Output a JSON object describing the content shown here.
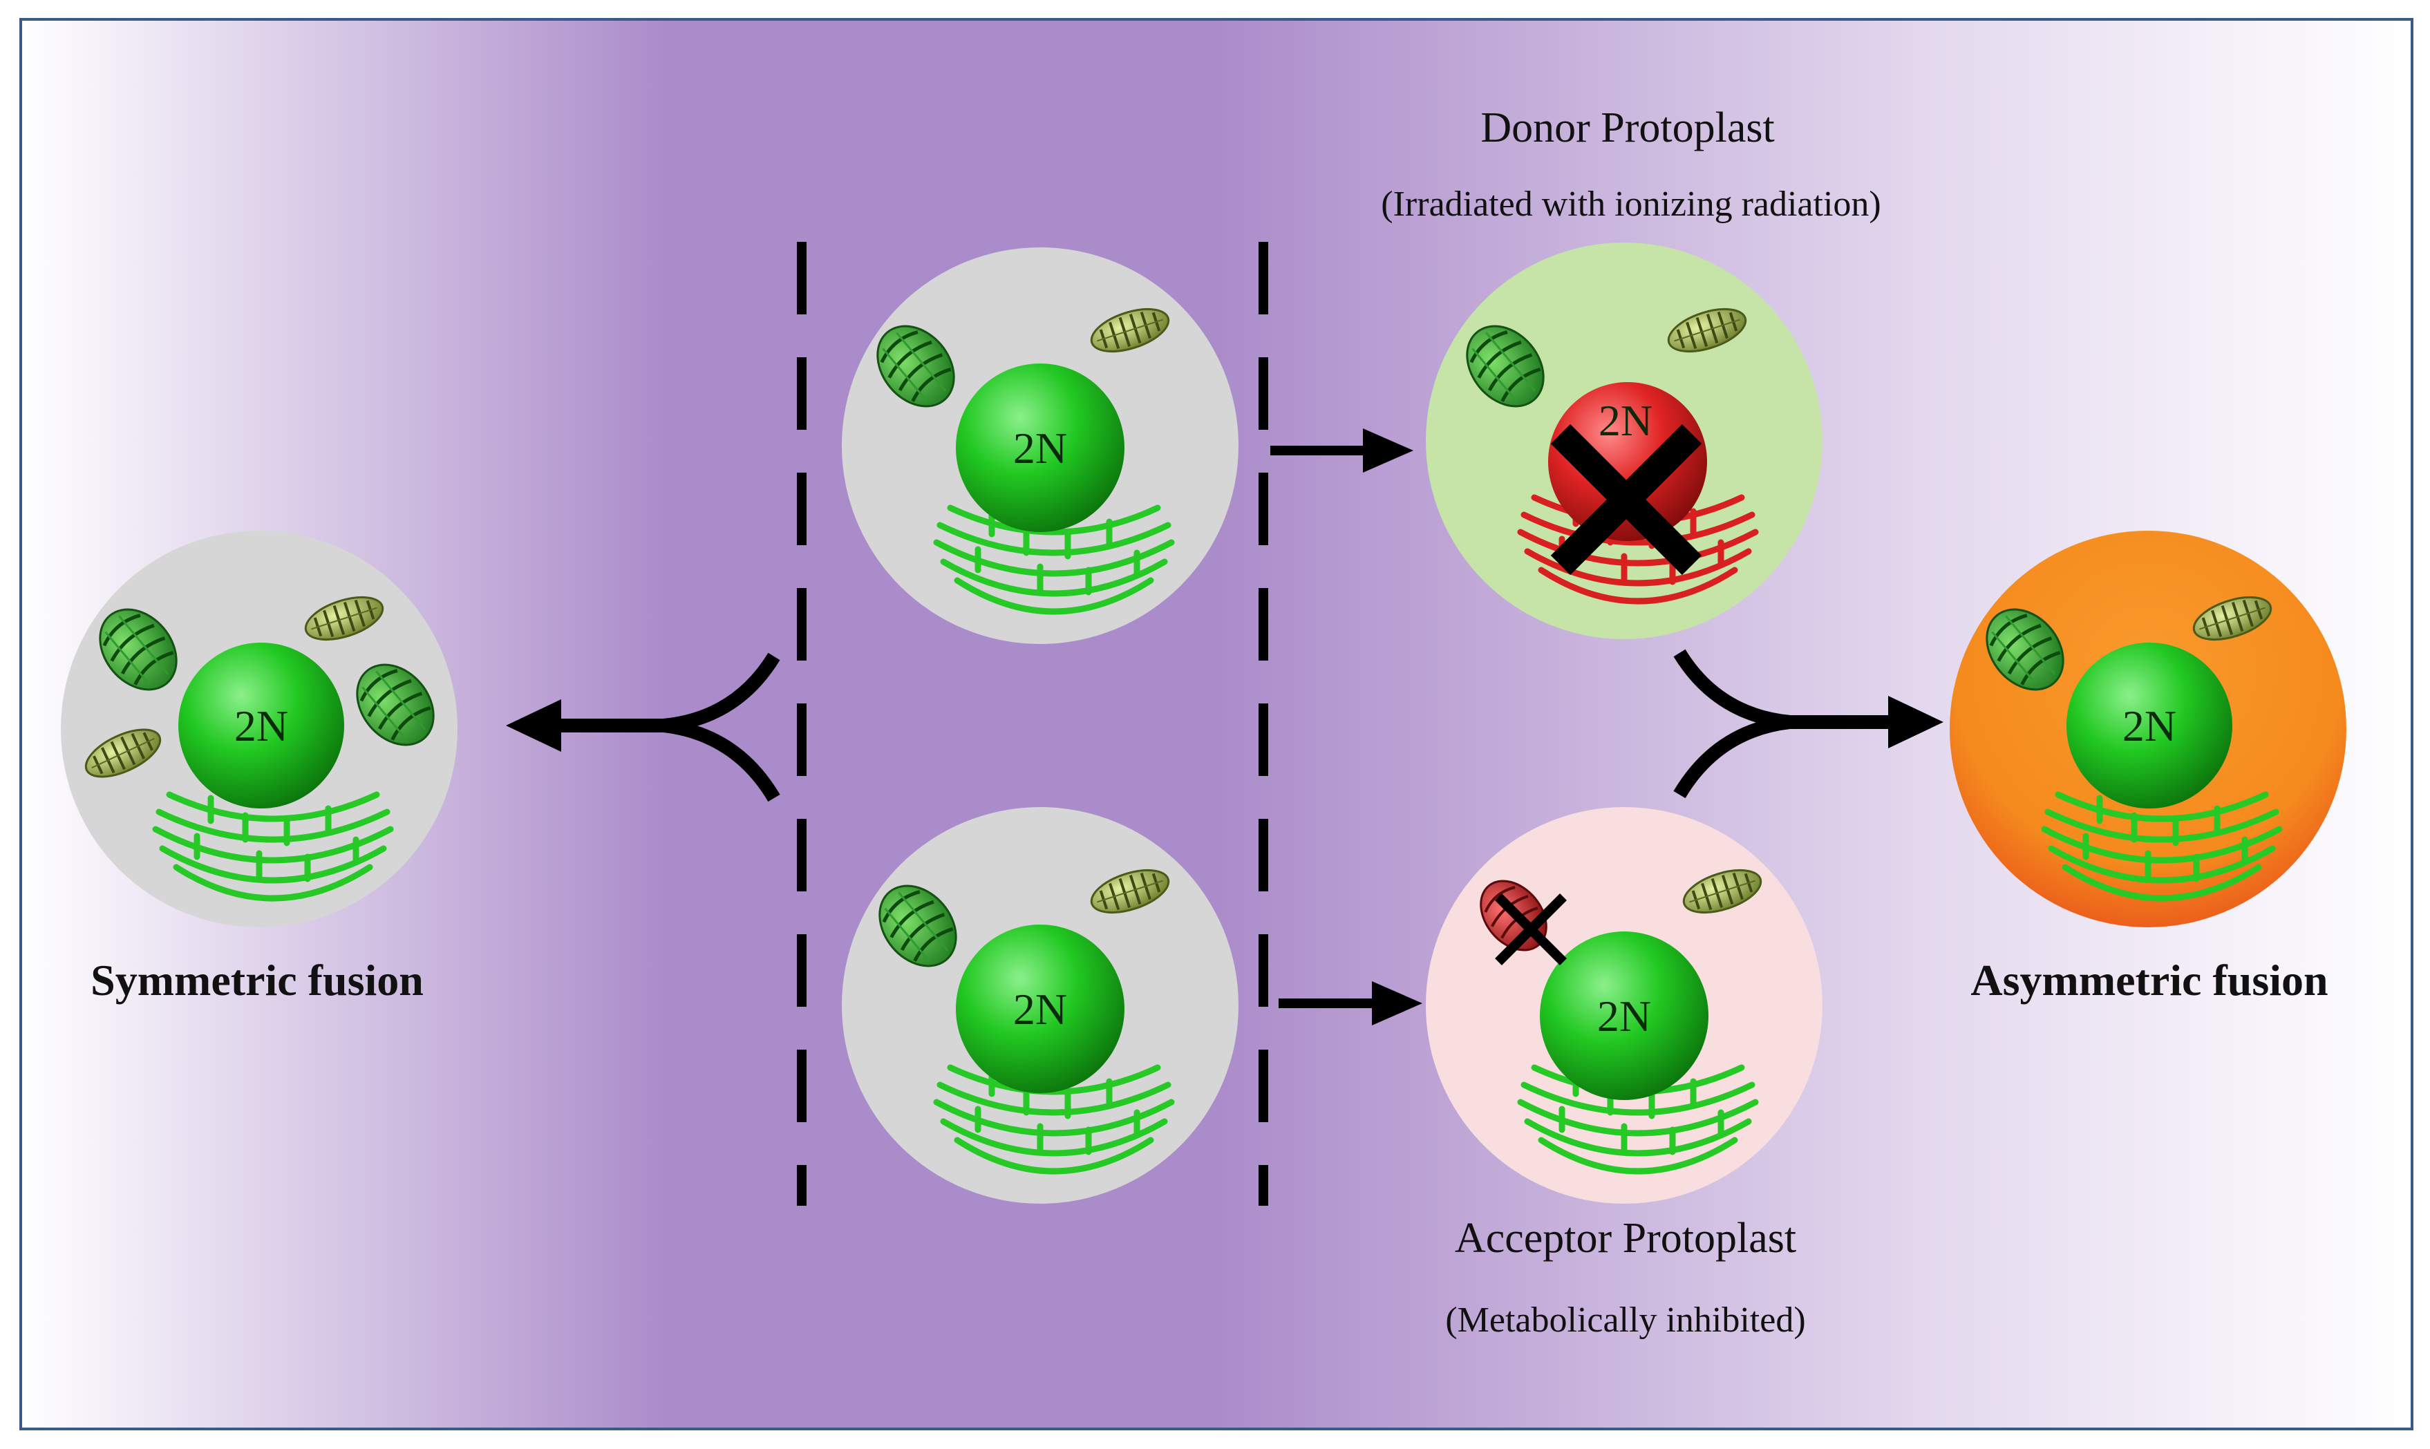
{
  "labels": {
    "donor_title": "Donor Protoplast",
    "donor_note": "(Irradiated with ionizing radiation)",
    "acceptor_title": "Acceptor Protoplast",
    "acceptor_note": "(Metabolically inhibited)",
    "symmetric": "Symmetric fusion",
    "asymmetric": "Asymmetric fusion"
  },
  "nucleus_label": "2N",
  "colors": {
    "background_center": "#ab8cca",
    "background_edge": "#ffffff",
    "frame_border": "#3a5a8a",
    "cell_gray": "#d6d6d6",
    "cell_donor": "#c6e3a8",
    "cell_acceptor": "#f8dede",
    "cell_hybrid": "#f58a1e",
    "nucleus_green": "#1ec21e",
    "nucleus_red": "#d81e1e",
    "er_green": "#27c927",
    "er_red": "#d82020",
    "arrow": "#000000"
  },
  "icons": {
    "nucleus": "nucleus-sphere-icon",
    "chloroplast": "chloroplast-icon",
    "mitochondrion": "mitochondrion-icon",
    "endoplasmic_reticulum": "er-membranes-icon",
    "inactivated": "cross-mark-icon"
  }
}
